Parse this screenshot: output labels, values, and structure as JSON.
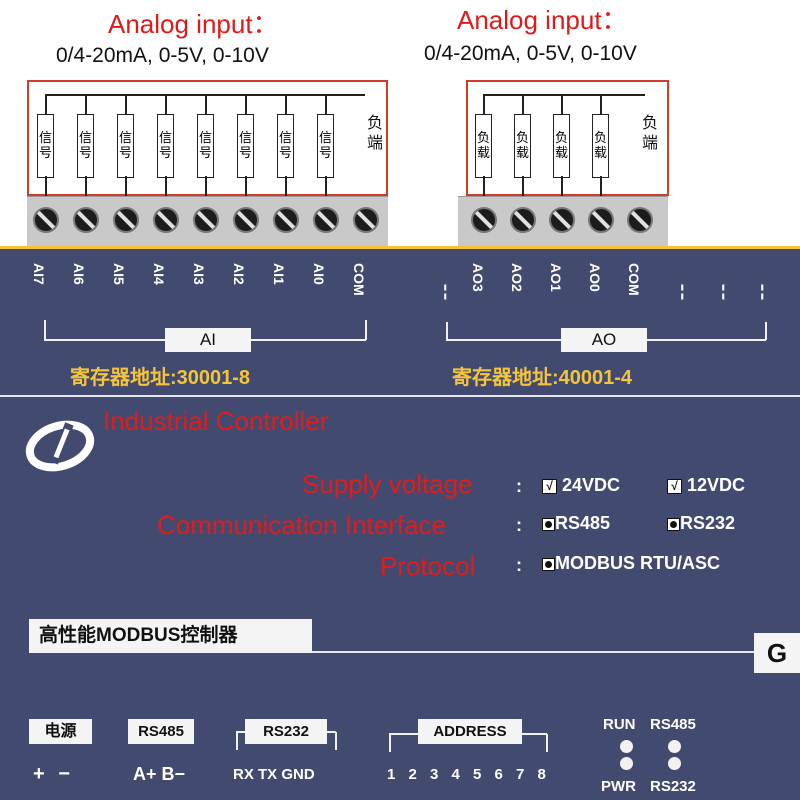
{
  "top_left": {
    "title": "Analog input：",
    "range": "0/4-20mA, 0-5V, 0-10V",
    "resistors": [
      "信号",
      "信号",
      "信号",
      "信号",
      "信号",
      "信号",
      "信号",
      "信号"
    ],
    "load_end": "负端"
  },
  "top_right": {
    "title": "Analog input：",
    "range": "0/4-20mA, 0-5V, 0-10V",
    "resistors": [
      "负载",
      "负载",
      "负载",
      "负载"
    ],
    "load_end": "负端"
  },
  "ai_terminals": [
    "AI7",
    "AI6",
    "AI5",
    "AI4",
    "AI3",
    "AI2",
    "AI1",
    "AI0",
    "COM"
  ],
  "ai_group": "AI",
  "ai_register": "寄存器地址:30001-8",
  "ao_terminals": [
    "AO3",
    "AO2",
    "AO1",
    "AO0",
    "COM"
  ],
  "ao_group": "AO",
  "ao_register": "寄存器地址:40001-4",
  "controller": {
    "name": "Industrial Controller",
    "supply_label": "Supply voltage",
    "supply_opt1": "24VDC",
    "supply_opt2": "12VDC",
    "comm_label": "Communication Interface",
    "comm_opt1": "RS485",
    "comm_opt2": "RS232",
    "protocol_label": "Protocol",
    "protocol_value": "MODBUS RTU/ASC",
    "colon": ":",
    "check_mark": "√",
    "model_banner": "高性能MODBUS控制器",
    "variant": "G"
  },
  "bottom": {
    "power_label": "电源",
    "power_pins": "+ −",
    "rs485_label": "RS485",
    "rs485_pins": "A+ B−",
    "rs232_label": "RS232",
    "rs232_pins": "RX TX GND",
    "address_label": "ADDRESS",
    "address_pins": [
      "1",
      "2",
      "3",
      "4",
      "5",
      "6",
      "7",
      "8"
    ],
    "led_run": "RUN",
    "led_rs485": "RS485",
    "led_pwr": "PWR",
    "led_rs232": "RS232"
  },
  "colors": {
    "panel": "#434a6f",
    "accent_yellow": "#f4c33a",
    "accent_red": "#e01919",
    "frame_red": "#d23a2a"
  }
}
